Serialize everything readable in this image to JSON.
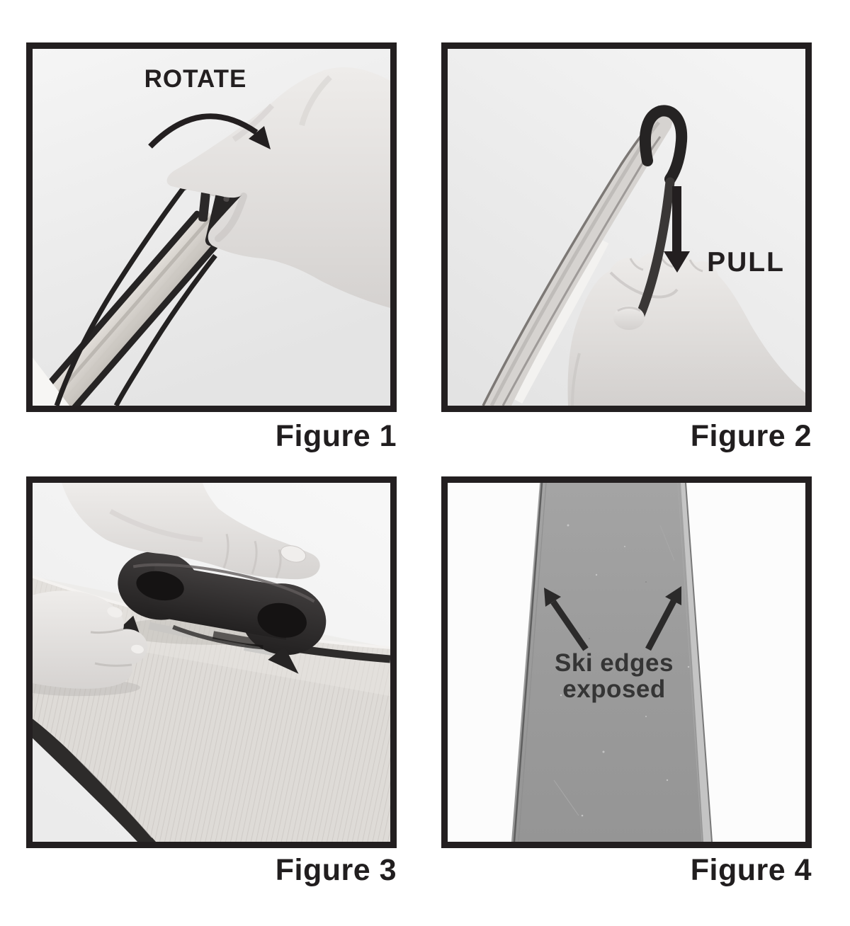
{
  "document": {
    "type": "instruction-figures",
    "background": "#ffffff"
  },
  "panels": [
    {
      "caption": "Figure 1",
      "callout": "ROTATE"
    },
    {
      "caption": "Figure 2",
      "callout": "PULL"
    },
    {
      "caption": "Figure 3"
    },
    {
      "caption": "Figure 4",
      "callout_line1": "Ski edges",
      "callout_line2": "exposed"
    }
  ],
  "icons": {
    "rotate_arrow": "curved-arrow-clockwise",
    "pull_arrow": "arrow-down",
    "edge_arrow_left": "arrow-up-left",
    "edge_arrow_right": "arrow-up-right"
  },
  "colors": {
    "ink": "#231f20",
    "frame_border": "#231f20",
    "photo_background": "#ededed",
    "ski_base_gray": "#9d9d9d",
    "skin_plush": "#dedbd7",
    "hand_gray": "#e8e5e3",
    "tool_black": "#2c2a2a"
  }
}
